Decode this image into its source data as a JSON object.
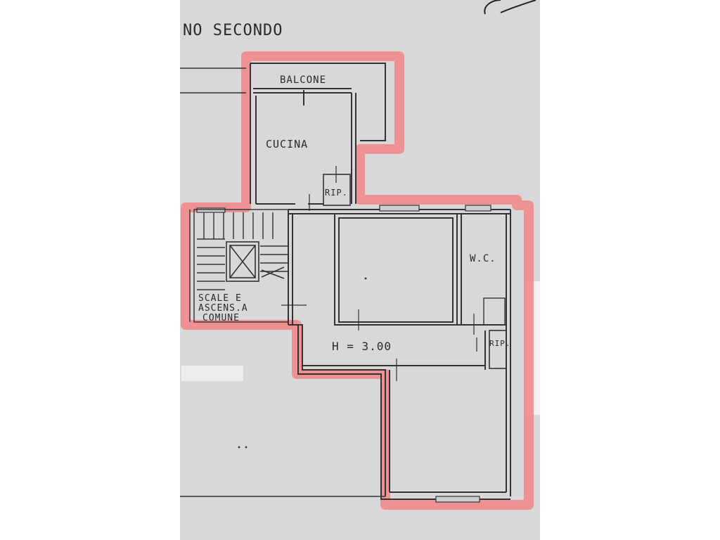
{
  "plan": {
    "floor_title": "NO SECONDO",
    "rooms": {
      "balcony": "BALCONE",
      "kitchen": "CUCINA",
      "wc": "W.C.",
      "storage_1": "RIP.",
      "storage_2": "RIP."
    },
    "stairs": {
      "line1": "SCALE E",
      "line2": "ASCENS.A",
      "line3": "COMUNE"
    },
    "ceiling_height": "H = 3.00"
  },
  "colors": {
    "paper": "#d9d9db",
    "outline": "#f08a8a",
    "ink": "#333333",
    "background": "#ffffff"
  }
}
